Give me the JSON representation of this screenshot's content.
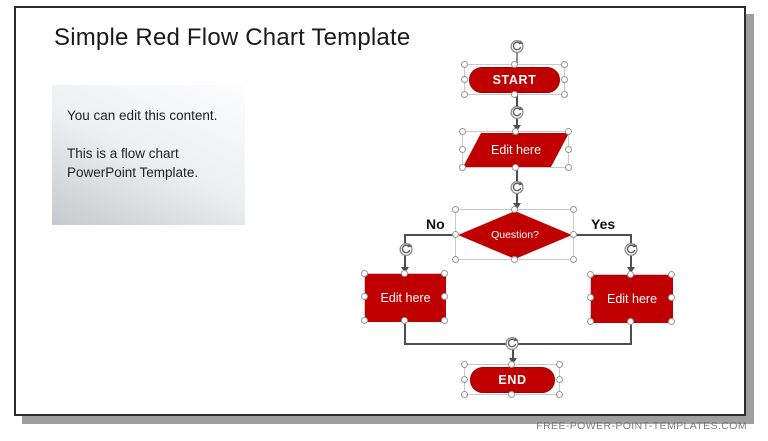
{
  "slide": {
    "title": "Simple Red Flow Chart Template",
    "content_box": {
      "paragraph1": "You can edit this content.",
      "paragraph2_line1": "This is a flow chart",
      "paragraph2_line2": "PowerPoint Template."
    }
  },
  "flowchart": {
    "start": {
      "label": "START",
      "shape": "stadium"
    },
    "input_step": {
      "label": "Edit here",
      "shape": "parallelogram"
    },
    "decision": {
      "label": "Question?",
      "shape": "diamond"
    },
    "no_label": "No",
    "yes_label": "Yes",
    "left_process": {
      "label": "Edit here",
      "shape": "rectangle"
    },
    "right_process": {
      "label": "Edit here",
      "shape": "rectangle"
    },
    "end": {
      "label": "END",
      "shape": "stadium"
    }
  },
  "colors": {
    "shape_fill": "#c00000",
    "shape_text": "#ffffff",
    "connector": "#4e4e4e",
    "slide_border": "#2b2b2b",
    "slide_shadow": "#9e9e9e",
    "selection_box": "#c9c9c9"
  },
  "footer": {
    "watermark": "FREE-POWER-POINT-TEMPLATES.COM"
  }
}
